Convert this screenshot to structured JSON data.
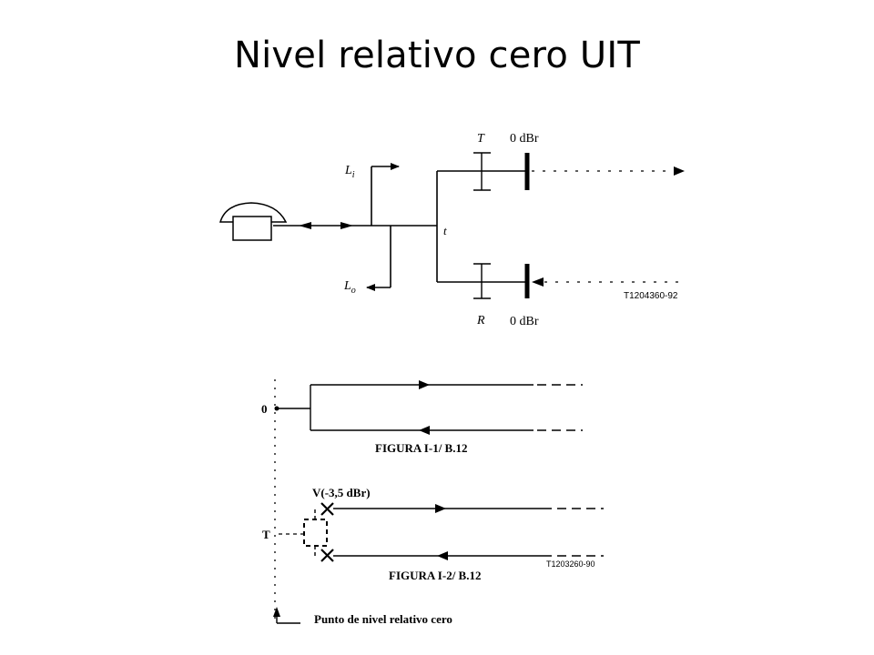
{
  "slide": {
    "title": "Nivel relativo cero UIT"
  },
  "figure_top": {
    "label_T": "T",
    "label_R": "R",
    "label_t": "t",
    "label_Li_main": "L",
    "label_Li_sub": "i",
    "label_Lo_main": "L",
    "label_Lo_sub": "o",
    "label_dbr_top": "0 dBr",
    "label_dbr_bottom": "0 dBr",
    "figure_code": "T1204360-92",
    "icons": [
      "telephone-icon"
    ]
  },
  "figure_bottom": {
    "label_zero": "0",
    "caption_fig1": "FIGURA I-1/ B.12",
    "label_v": "V(-3,5 dBr)",
    "label_T": "T",
    "caption_fig2": "FIGURA I-2/ B.12",
    "figure_code": "T1203260-90",
    "footer_note": "Punto de nivel relativo cero"
  }
}
